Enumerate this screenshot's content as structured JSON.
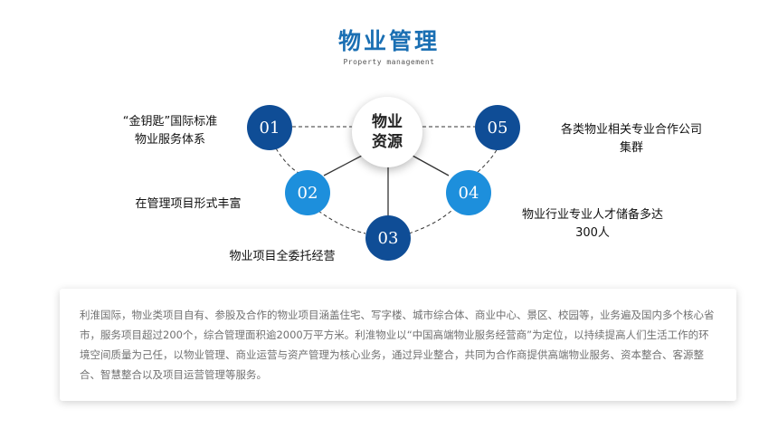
{
  "header": {
    "title": "物业管理",
    "subtitle": "Property management"
  },
  "center": {
    "line1": "物业",
    "line2": "资源"
  },
  "nodes": [
    {
      "number": "01",
      "label_lines": [
        "“金钥匙”国际标准",
        "物业服务体系"
      ]
    },
    {
      "number": "02",
      "label_lines": [
        "在管理项目形式丰富"
      ]
    },
    {
      "number": "03",
      "label_lines": [
        "物业项目全委托经营"
      ]
    },
    {
      "number": "04",
      "label_lines": [
        "物业行业专业人才储备多达",
        "300人"
      ]
    },
    {
      "number": "05",
      "label_lines": [
        "各类物业相关专业合作公司",
        "集群"
      ]
    }
  ],
  "description": "利淮国际，物业类项目自有、参股及合作的物业项目涵盖住宅、写字楼、城市综合体、商业中心、景区、校园等，业务遍及国内多个核心省市，服务项目超过200个，综合管理面积逾2000万平方米。利淮物业以“中国高端物业服务经营商”为定位，以持续提高人们生活工作的环境空间质量为己任，以物业管理、商业运营与资产管理为核心业务，通过异业整合，共同为合作商提供高端物业服务、资本整合、客源整合、智慧整合以及项目运营管理等服务。",
  "colors": {
    "title": "#1a6fb3",
    "node_dark": "#0f4d96",
    "node_light": "#1d8fdc"
  }
}
